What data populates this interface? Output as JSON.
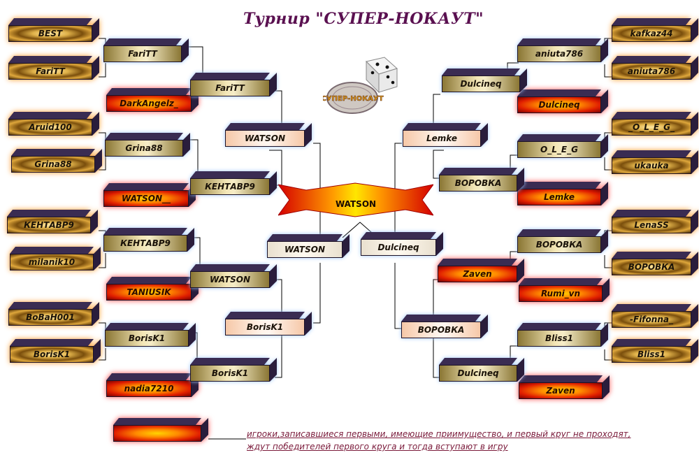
{
  "title": "Турнир \"СУПЕР-НОКАУТ\"",
  "logo_text": "СУПЕР-НОКАУТ",
  "winner": "WATSON",
  "boxes": [
    {
      "id": "l1",
      "label": "BEST"
    },
    {
      "id": "l2",
      "label": "FariTT"
    },
    {
      "id": "l3",
      "label": "Aruid100"
    },
    {
      "id": "l4",
      "label": "Grina88"
    },
    {
      "id": "l5",
      "label": "КЕНТАВР9"
    },
    {
      "id": "l6",
      "label": "milanik10"
    },
    {
      "id": "l7",
      "label": "BoBaH001"
    },
    {
      "id": "l8",
      "label": "BorisK1"
    },
    {
      "id": "l9",
      "label": "FariTT"
    },
    {
      "id": "l10",
      "label": "DarkAngelz_"
    },
    {
      "id": "l11",
      "label": "Grina88"
    },
    {
      "id": "l12",
      "label": "WATSON__"
    },
    {
      "id": "l13",
      "label": "КЕНТАВР9"
    },
    {
      "id": "l14",
      "label": "TANIUSIK"
    },
    {
      "id": "l15",
      "label": "BorisK1"
    },
    {
      "id": "l16",
      "label": "nadia7210"
    },
    {
      "id": "l17",
      "label": "FariTT"
    },
    {
      "id": "l18",
      "label": "WATSON"
    },
    {
      "id": "l19",
      "label": "КЕНТАВР9"
    },
    {
      "id": "l20",
      "label": "BorisK1"
    },
    {
      "id": "l21",
      "label": "WATSON"
    },
    {
      "id": "l22",
      "label": "BorisK1"
    },
    {
      "id": "c1",
      "label": "WATSON"
    },
    {
      "id": "c2",
      "label": "Dulcineq"
    },
    {
      "id": "r1",
      "label": "kafkaz44"
    },
    {
      "id": "r2",
      "label": "aniuta786"
    },
    {
      "id": "r3",
      "label": "_O_L_E_G_"
    },
    {
      "id": "r4",
      "label": "ukauka"
    },
    {
      "id": "r5",
      "label": "LenaSS"
    },
    {
      "id": "r6",
      "label": "ВОРОВКА"
    },
    {
      "id": "r7",
      "label": "-Fifonna_"
    },
    {
      "id": "r8",
      "label": "Bliss1"
    },
    {
      "id": "r9",
      "label": "aniuta786"
    },
    {
      "id": "r10",
      "label": "Dulcineq"
    },
    {
      "id": "r11",
      "label": "O_L_E_G"
    },
    {
      "id": "r12",
      "label": "Lemke"
    },
    {
      "id": "r13",
      "label": "ВОРОВКА"
    },
    {
      "id": "r14",
      "label": "Rumi_vn"
    },
    {
      "id": "r15",
      "label": "Bliss1"
    },
    {
      "id": "r16",
      "label": "Zaven"
    },
    {
      "id": "r17",
      "label": "Dulcineq"
    },
    {
      "id": "r18",
      "label": "Lemke"
    },
    {
      "id": "r19",
      "label": "ВОРОВКА"
    },
    {
      "id": "r20",
      "label": "Zaven"
    },
    {
      "id": "r21",
      "label": "Dulcineq"
    },
    {
      "id": "r22",
      "label": "ВОРОВКА"
    },
    {
      "id": "legend",
      "label": ""
    }
  ],
  "note_line1": "игроки,записавшиеся первыми, имеющие приимущество, и первый круг не проходят,",
  "note_line2": "ждут победителей первого круга и тогда вступают в игру",
  "colors": {
    "title": "#5a1050",
    "note": "#7a1a3a",
    "box_top": "#3a2c52",
    "box_side": "#2a1d3c",
    "gold": "#e0b24a",
    "red": "#e01e00",
    "khaki": "#f3e6b6",
    "peach": "#f6c8a8"
  }
}
